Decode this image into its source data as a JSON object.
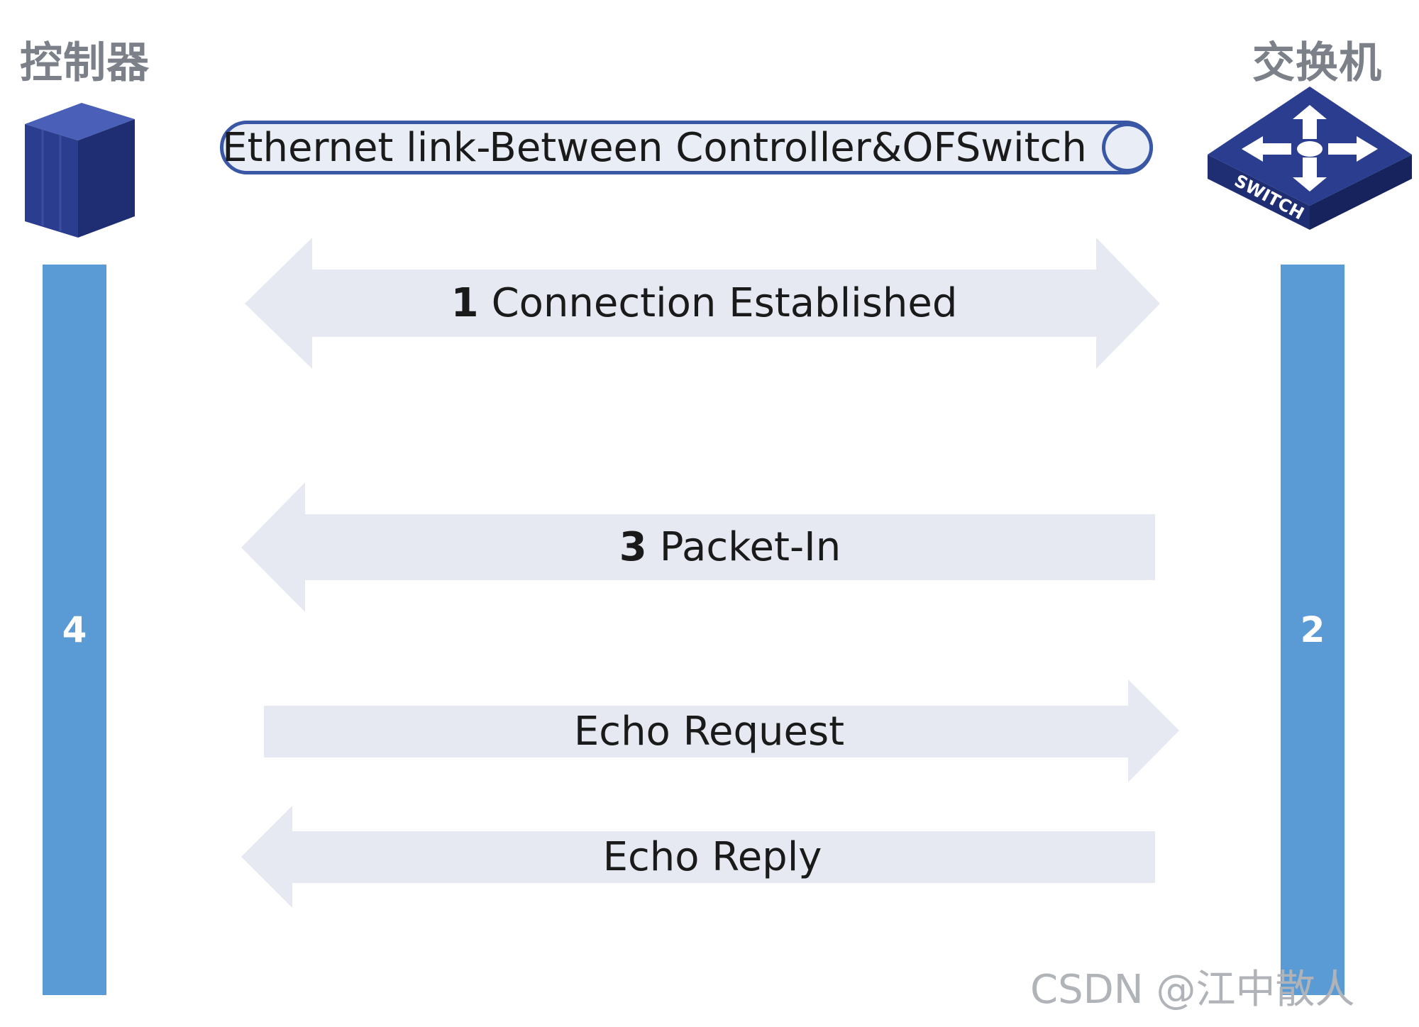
{
  "labels": {
    "controller": "控制器",
    "switch": "交换机"
  },
  "link": {
    "text": "Ethernet link-Between Controller&OFSwitch"
  },
  "steps": {
    "left_bar": "4",
    "right_bar": "2",
    "connection": {
      "num": "1",
      "text": "Connection Established"
    },
    "packet_in": {
      "num": "3",
      "text": "Packet-In"
    },
    "echo_request": {
      "text": "Echo Request"
    },
    "echo_reply": {
      "text": "Echo Reply"
    }
  },
  "icons": {
    "controller": "server-cube-icon",
    "switch": "network-switch-icon",
    "switch_label": "SWITCH"
  },
  "watermark": "CSDN @江中散人",
  "colors": {
    "bar": "#5b9bd5",
    "arrow": "#e6e9f2",
    "link_border": "#3a57a6",
    "device": "#2b3d8f"
  }
}
